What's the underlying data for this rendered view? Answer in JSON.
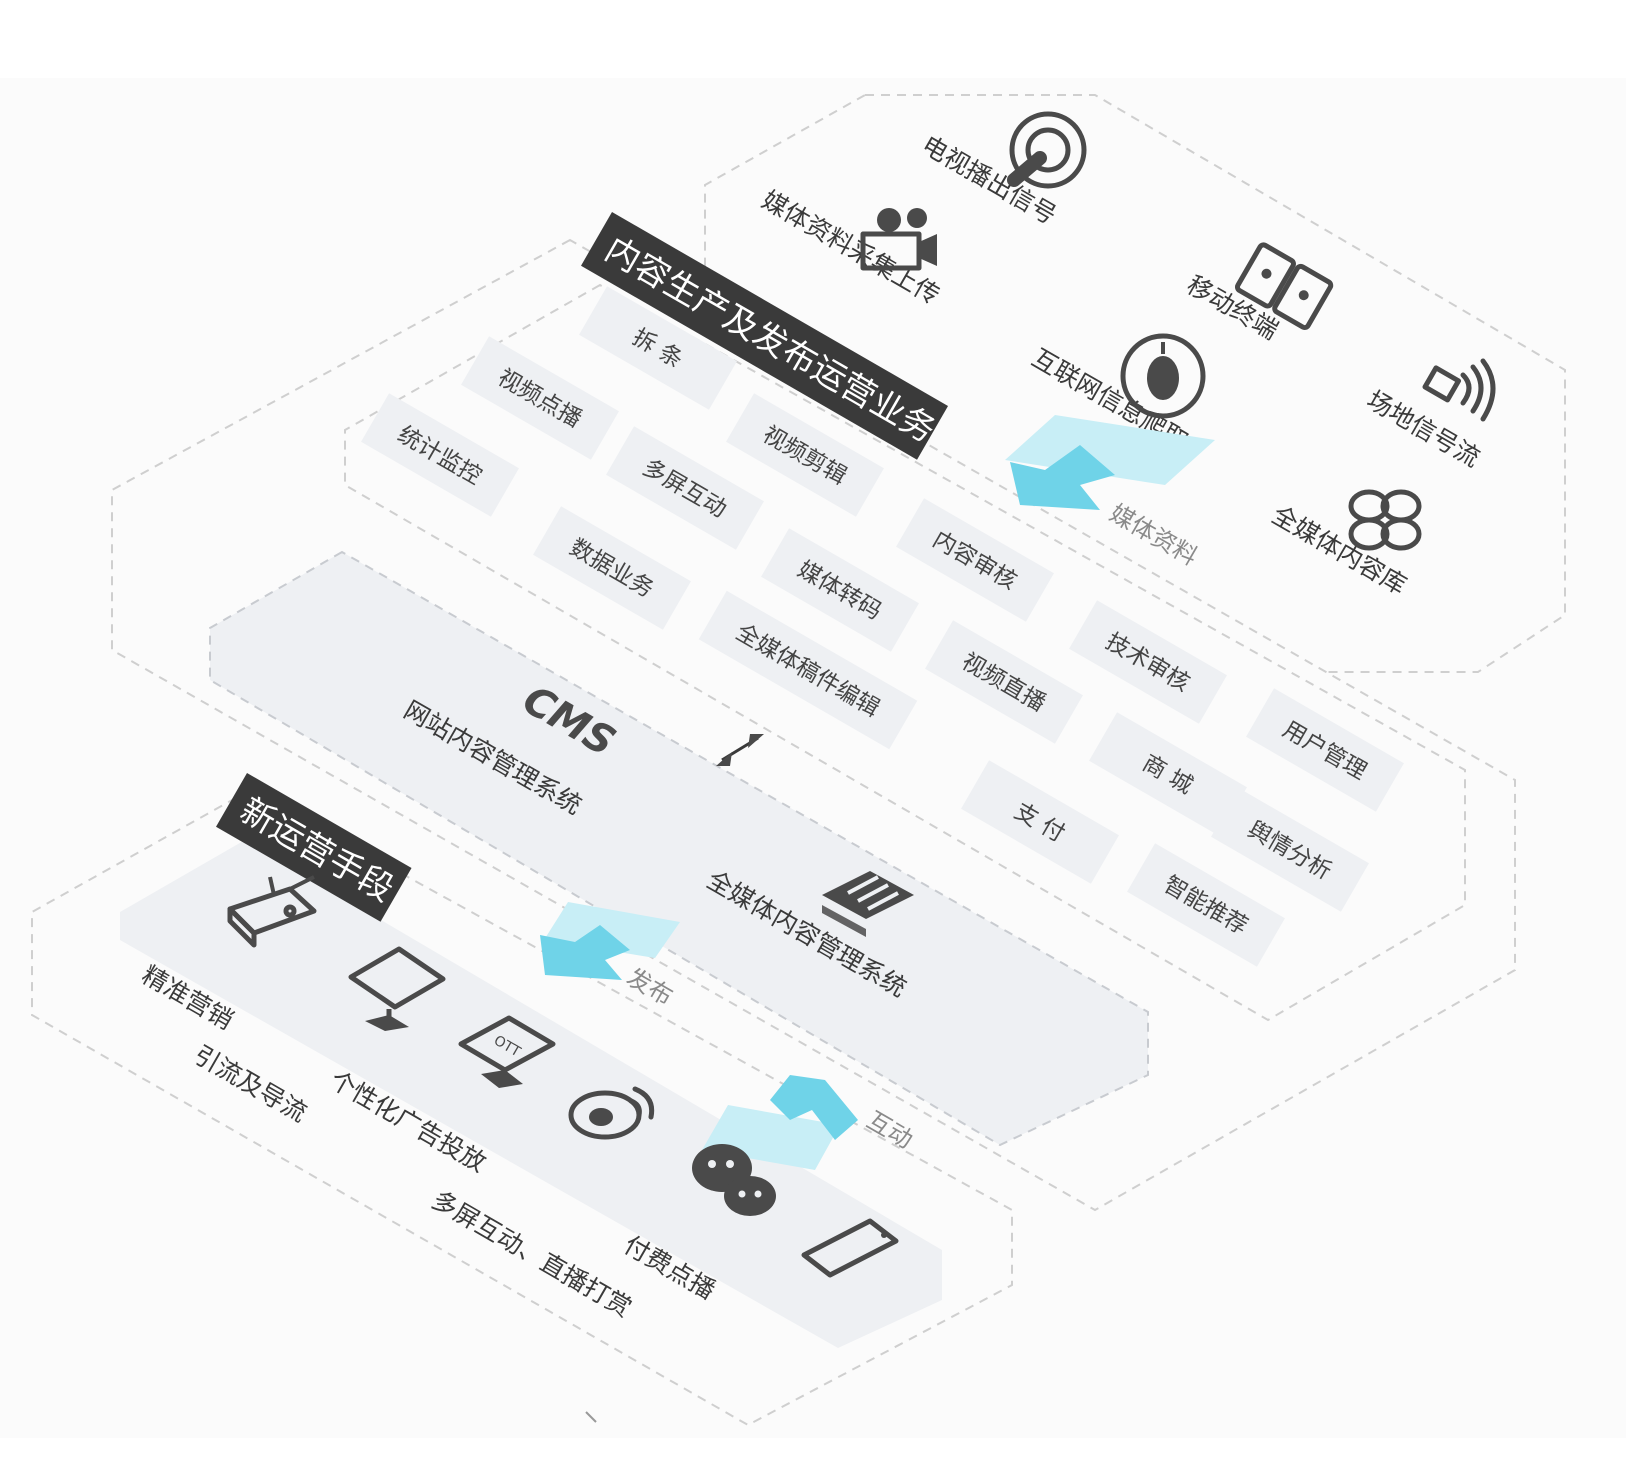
{
  "sources": {
    "tv_signal": "电视播出信号",
    "media_upload": "媒体资料采集上传",
    "mobile": "移动终端",
    "web_crawl": "互联网信息爬取",
    "venue_stream": "场地信号流",
    "media_library": "全媒体内容库"
  },
  "media_arrow_label": "媒体资料",
  "production": {
    "title": "内容生产及发布运营业务",
    "tags": [
      "拆 条",
      "视频点播",
      "统计监控",
      "视频剪辑",
      "多屏互动",
      "内容审核",
      "数据业务",
      "媒体转码",
      "技术审核",
      "全媒体稿件编辑",
      "视频直播",
      "用户管理",
      "商 城",
      "支 付",
      "舆情分析",
      "智能推荐"
    ]
  },
  "cms": {
    "logo": "CMS",
    "web_cms": "网站内容管理系统",
    "media_cms": "全媒体内容管理系统"
  },
  "publish_label": "发布",
  "interact_label": "互动",
  "operations": {
    "title": "新运营手段",
    "items": [
      "精准营销",
      "引流及导流",
      "个性化广告投放",
      "多屏互动、直播打赏",
      "付费点播"
    ],
    "ott": "OTT"
  }
}
